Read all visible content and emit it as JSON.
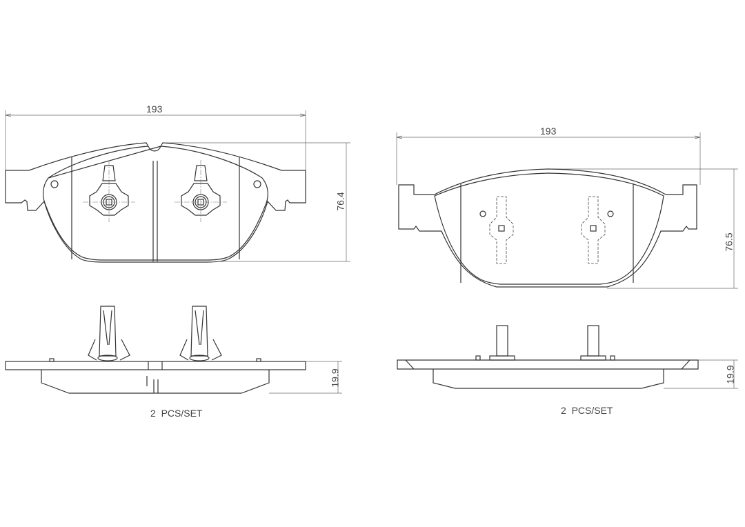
{
  "left_pad": {
    "width_dim": "193",
    "height_dim": "76.4",
    "thickness_dim": "19.9",
    "qty_label": "2  PCS/SET"
  },
  "right_pad": {
    "width_dim": "193",
    "height_dim": "76.5",
    "thickness_dim": "19.9",
    "qty_label": "2  PCS/SET"
  }
}
